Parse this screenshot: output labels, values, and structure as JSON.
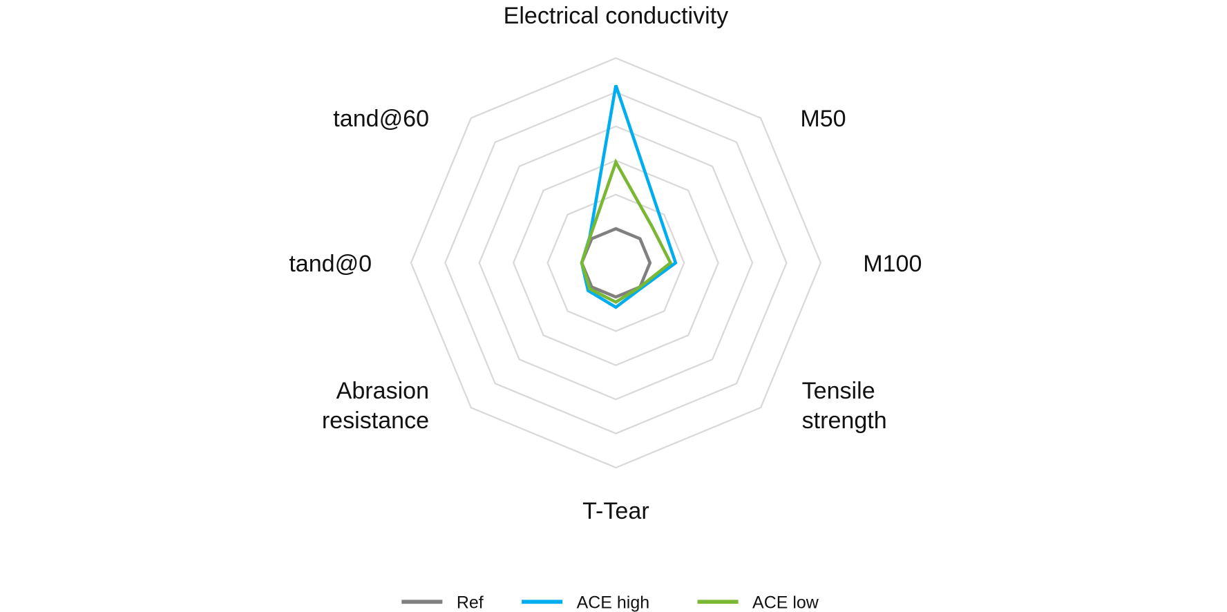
{
  "chart_data": {
    "type": "radar",
    "title": "",
    "axes": [
      "Electrical conductivity",
      "M50",
      "M100",
      "Tensile strength",
      "T-Tear",
      "Abrasion resistance",
      "tand@0",
      "tand@60"
    ],
    "rlim": [
      0,
      6
    ],
    "ring_count": 6,
    "grid": true,
    "grid_color": "#d9d9d9",
    "legend_position": "bottom",
    "series": [
      {
        "name": "Ref",
        "color": "#808080",
        "values": [
          1.0,
          1.0,
          1.0,
          1.0,
          1.0,
          1.0,
          1.0,
          1.0
        ]
      },
      {
        "name": "ACE high",
        "color": "#00aeef",
        "values": [
          5.2,
          1.85,
          1.75,
          1.05,
          1.3,
          1.15,
          1.0,
          1.08
        ]
      },
      {
        "name": "ACE low",
        "color": "#7ab733",
        "values": [
          2.95,
          1.5,
          1.6,
          1.0,
          1.15,
          1.08,
          1.0,
          1.07
        ]
      }
    ]
  }
}
